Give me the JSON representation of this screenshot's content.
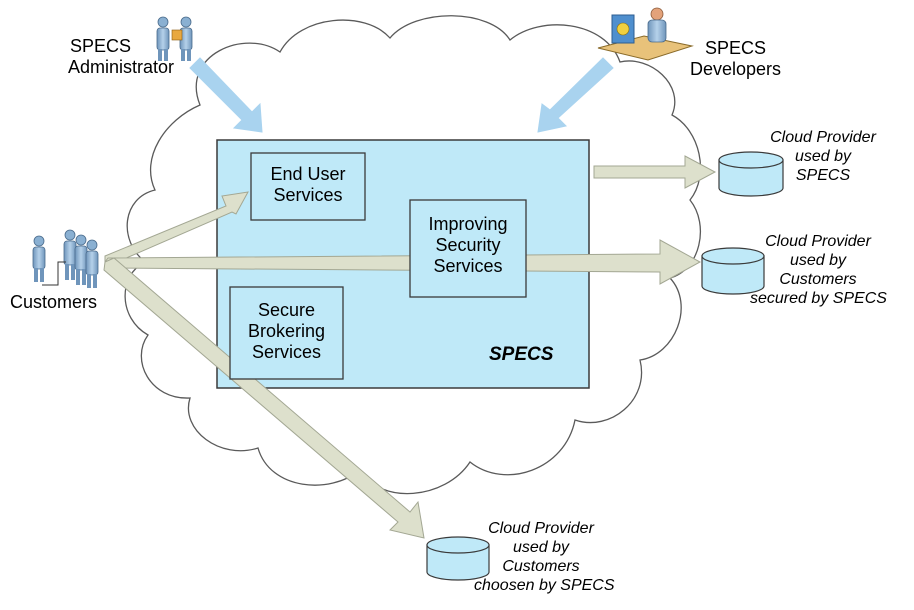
{
  "actors": {
    "administrator": {
      "line1": "SPECS",
      "line2": "Administrator"
    },
    "developers": {
      "line1": "SPECS",
      "line2": "Developers"
    },
    "customers": {
      "label": "Customers"
    }
  },
  "specs_platform": {
    "label": "SPECS",
    "services": {
      "end_user": {
        "line1": "End User",
        "line2": "Services"
      },
      "improving_security": {
        "line1": "Improving",
        "line2": "Security",
        "line3": "Services"
      },
      "secure_brokering": {
        "line1": "Secure",
        "line2": "Brokering",
        "line3": "Services"
      }
    }
  },
  "cloud_providers": {
    "by_specs": {
      "line1": "Cloud Provider",
      "line2": "used by",
      "line3": "SPECS"
    },
    "secured_by_specs": {
      "line1": "Cloud Provider",
      "line2": "used by",
      "line3": "Customers",
      "line4": "secured by SPECS"
    },
    "chosen_by_specs": {
      "line1": "Cloud Provider",
      "line2": "used by",
      "line3": "Customers",
      "line4": "choosen by SPECS"
    }
  },
  "colors": {
    "box_fill": "#bfe9f8",
    "box_stroke": "#3a3a3a",
    "arrow_fill": "#dde0cc",
    "arrow_stroke": "#a3a793",
    "blue_arrow": "#a9d3ef",
    "cylinder_fill": "#bfe9f8",
    "person_fill": "#8ab0d2"
  }
}
